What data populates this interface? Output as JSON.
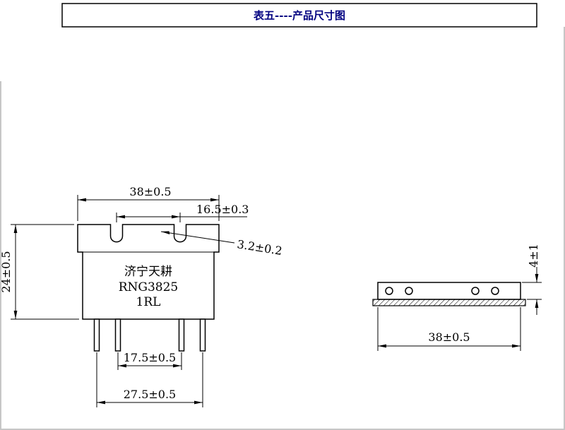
{
  "page": {
    "title": "表五----产品尺寸图"
  },
  "front_view": {
    "product_label": {
      "line1": "济宁天耕",
      "line2": "RNG3825",
      "line3": "1RL"
    },
    "dimensions": {
      "top_width": "38±0.5",
      "notch_spacing": "16.5±0.3",
      "notch_width": "3.2±0.2",
      "body_height": "24±0.5",
      "pin_spacing_inner": "17.5±0.5",
      "pin_spacing_outer": "27.5±0.5"
    }
  },
  "side_view": {
    "dimensions": {
      "plate_thickness": "4±1",
      "plate_width": "38±0.5"
    }
  },
  "colors": {
    "title_text": "#000080",
    "line": "#000000",
    "background": "#ffffff"
  }
}
